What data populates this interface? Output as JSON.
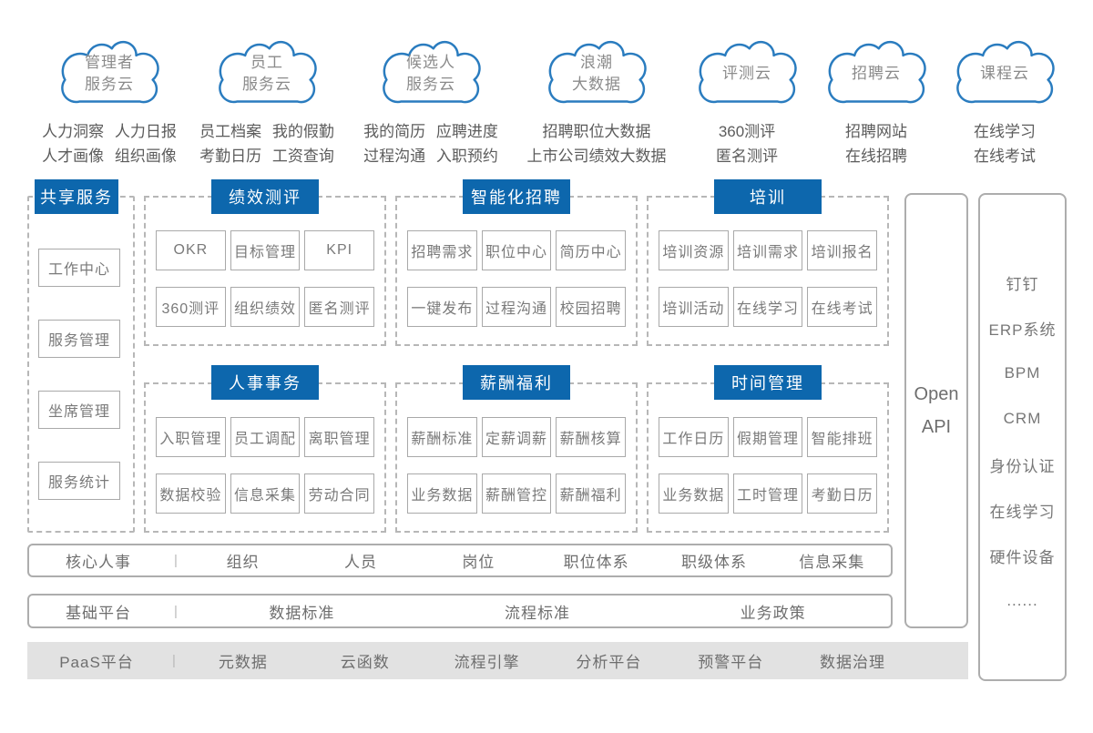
{
  "colors": {
    "header_blue": "#0d67ad",
    "cloud_stroke": "#2a7cbf",
    "dash_border": "#b7b7b7",
    "box_border": "#a9a9a9",
    "gray_bar": "#e2e2e2",
    "text_gray": "#6e6e6e"
  },
  "clouds": [
    {
      "name": [
        "管理者",
        "服务云"
      ],
      "caption": [
        "人力洞察 人力日报",
        "人才画像 组织画像"
      ]
    },
    {
      "name": [
        "员工",
        "服务云"
      ],
      "caption": [
        "员工档案 我的假勤",
        "考勤日历 工资查询"
      ]
    },
    {
      "name": [
        "候选人",
        "服务云"
      ],
      "caption": [
        "我的简历 应聘进度",
        "过程沟通 入职预约"
      ]
    },
    {
      "name": [
        "浪潮",
        "大数据"
      ],
      "caption": [
        "招聘职位大数据",
        "上市公司绩效大数据"
      ]
    },
    {
      "name": [
        "评测云"
      ],
      "caption": [
        "360测评",
        "匿名测评"
      ]
    },
    {
      "name": [
        "招聘云"
      ],
      "caption": [
        "招聘网站",
        "在线招聘"
      ]
    },
    {
      "name": [
        "课程云"
      ],
      "caption": [
        "在线学习",
        "在线考试"
      ]
    }
  ],
  "shared": {
    "title": "共享服务",
    "items": [
      "工作中心",
      "服务管理",
      "坐席管理",
      "服务统计"
    ]
  },
  "sections": [
    {
      "title": "绩效测评",
      "items": [
        "OKR",
        "目标管理",
        "KPI",
        "360测评",
        "组织绩效",
        "匿名测评"
      ]
    },
    {
      "title": "智能化招聘",
      "items": [
        "招聘需求",
        "职位中心",
        "简历中心",
        "一键发布",
        "过程沟通",
        "校园招聘"
      ]
    },
    {
      "title": "培训",
      "items": [
        "培训资源",
        "培训需求",
        "培训报名",
        "培训活动",
        "在线学习",
        "在线考试"
      ]
    },
    {
      "title": "人事事务",
      "items": [
        "入职管理",
        "员工调配",
        "离职管理",
        "数据校验",
        "信息采集",
        "劳动合同"
      ]
    },
    {
      "title": "薪酬福利",
      "items": [
        "薪酬标准",
        "定薪调薪",
        "薪酬核算",
        "业务数据",
        "薪酬管控",
        "薪酬福利"
      ]
    },
    {
      "title": "时间管理",
      "items": [
        "工作日历",
        "假期管理",
        "智能排班",
        "业务数据",
        "工时管理",
        "考勤日历"
      ]
    }
  ],
  "open_api": {
    "lines": [
      "Open",
      "API"
    ]
  },
  "external": {
    "items": [
      "钉钉",
      "ERP系统",
      "BPM",
      "CRM",
      "身份认证",
      "在线学习",
      "硬件设备",
      "......"
    ]
  },
  "bottom_rows": [
    {
      "label": "核心人事",
      "sep": "|",
      "items": [
        "组织",
        "人员",
        "岗位",
        "职位体系",
        "职级体系",
        "信息采集"
      ]
    },
    {
      "label": "基础平台",
      "sep": "|",
      "items": [
        "数据标准",
        "流程标准",
        "业务政策"
      ]
    },
    {
      "label": "PaaS平台",
      "sep": "|",
      "items": [
        "元数据",
        "云函数",
        "流程引擎",
        "分析平台",
        "预警平台",
        "数据治理"
      ]
    }
  ]
}
